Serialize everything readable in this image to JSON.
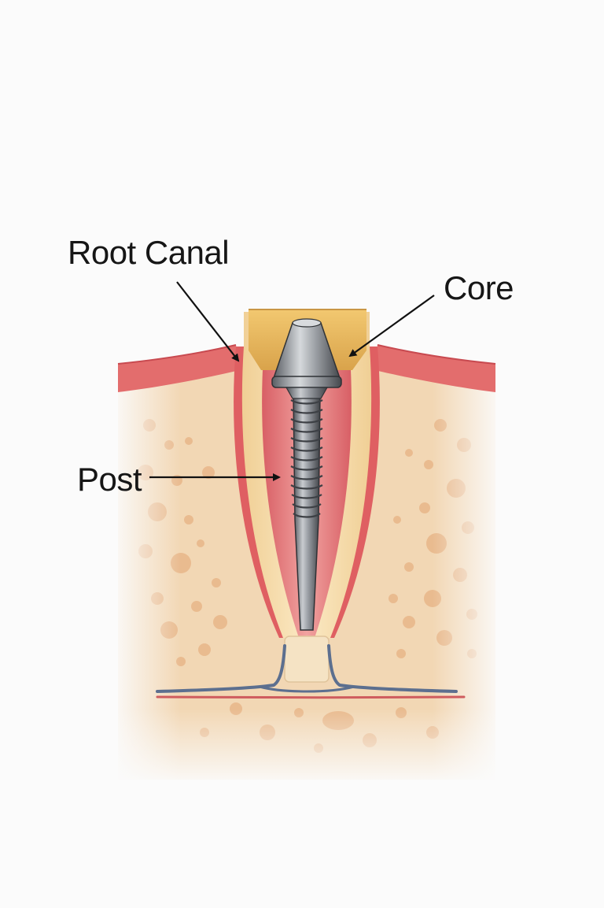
{
  "labels": {
    "root_canal": "Root Canal",
    "core": "Core",
    "post": "Post"
  },
  "colors": {
    "background": "#fbfbfb",
    "bone": "#f2d7b4",
    "bone_pores": "#e8b98e",
    "gum": "#e06a6a",
    "dentin": "#f4dba8",
    "pulp": "#e88a8a",
    "core_filling": "#e9b964",
    "post_metal": "#8a8e94",
    "nerve": "#5c6f8f",
    "label_text": "#161616"
  },
  "icons": [
    "post-screw-icon",
    "core-cone-icon"
  ]
}
